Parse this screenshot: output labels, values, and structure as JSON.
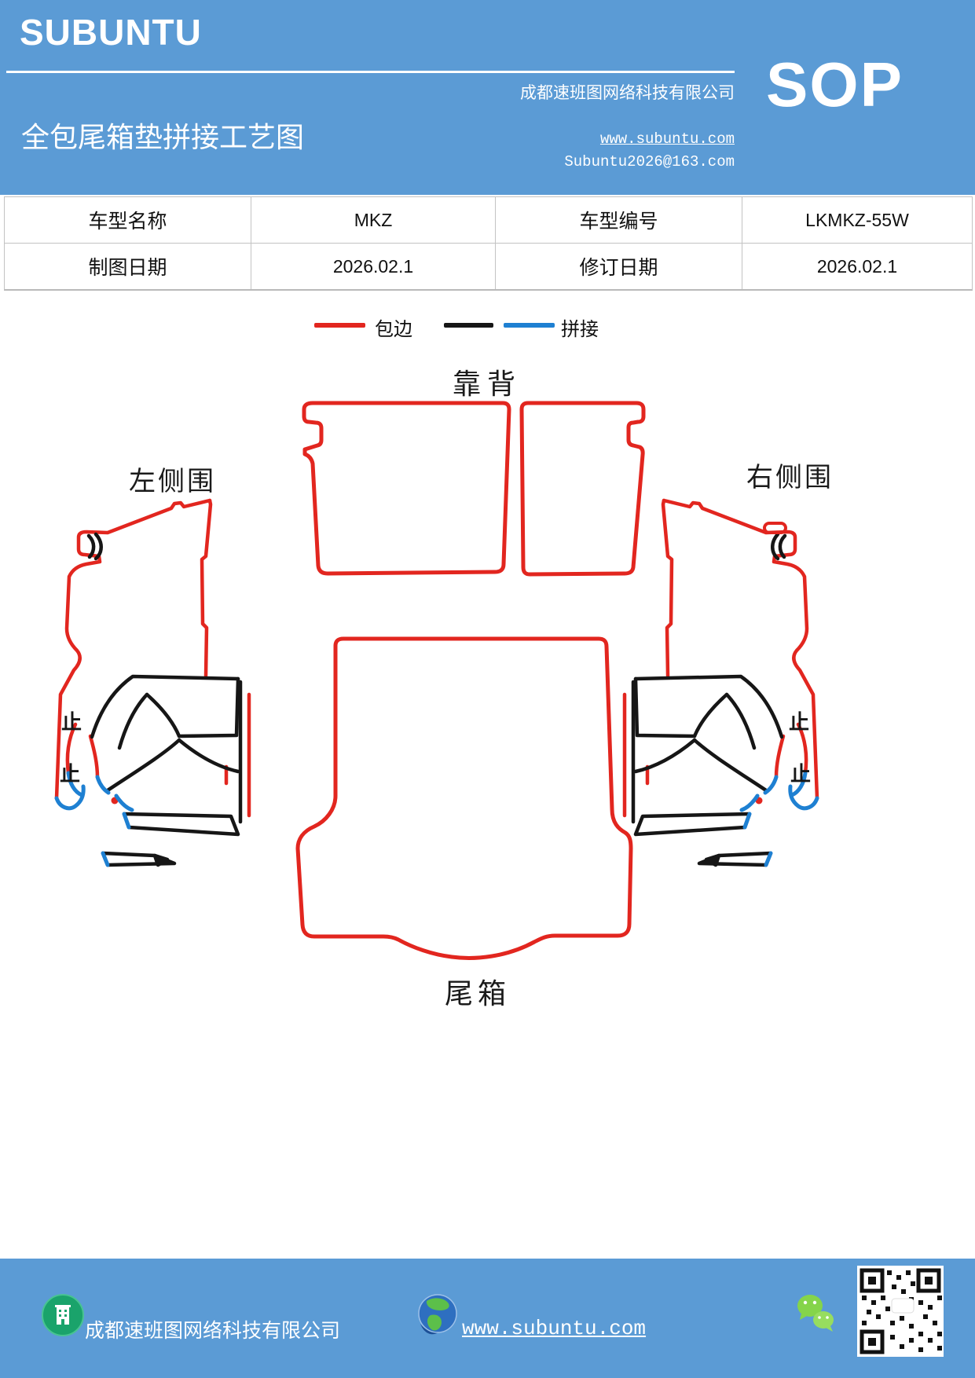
{
  "theme": {
    "blue": "#5b9bd5",
    "red": "#e2261f",
    "black_line": "#161616",
    "stitch_blue": "#1e80d2"
  },
  "header": {
    "logo": "SUBUNTU",
    "company": "成都速班图网络科技有限公司",
    "title": "全包尾箱垫拼接工艺图",
    "website": "www.subuntu.com",
    "email": "Subuntu2026@163.com",
    "sop": "SOP"
  },
  "info_table": {
    "rows": [
      {
        "label1": "车型名称",
        "value1": "MKZ",
        "label2": "车型编号",
        "value2": "LKMKZ-55W"
      },
      {
        "label1": "制图日期",
        "value1": "2026.02.1",
        "label2": "修订日期",
        "value2": "2026.02.1"
      }
    ]
  },
  "legend": {
    "edge_label": "包边",
    "stitch_label": "拼接",
    "edge_color": "#e2261f",
    "stitch_colors": [
      "#161616",
      "#1e80d2"
    ]
  },
  "diagram": {
    "labels": {
      "backrest": "靠背",
      "left_side": "左侧围",
      "right_side": "右侧围",
      "trunk": "尾箱"
    },
    "stop_marks": [
      "止",
      "止",
      "止",
      "止"
    ]
  },
  "footer": {
    "company": "成都速班图网络科技有限公司",
    "website": "www.subuntu.com"
  }
}
